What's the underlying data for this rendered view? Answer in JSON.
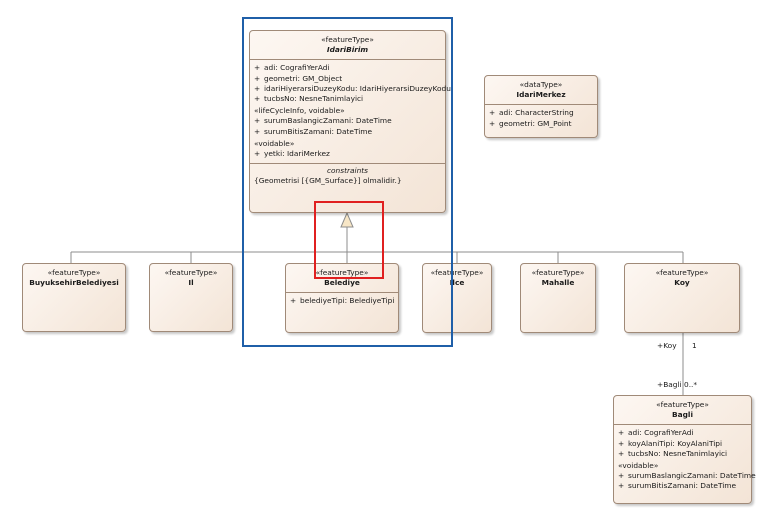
{
  "classes": {
    "idari_birim": {
      "stereotype": "«featureType»",
      "name": "IdariBirim",
      "attributes": [
        {
          "vis": "+",
          "text": "adi: CografiYerAdi"
        },
        {
          "vis": "+",
          "text": "geometri: GM_Object"
        },
        {
          "vis": "+",
          "text": "idariHiyerarsiDuzeyKodu: IdariHiyerarsiDuzeyKodu"
        },
        {
          "vis": "+",
          "text": "tucbsNo: NesneTanimlayici"
        }
      ],
      "lifecycle_header": "«lifeCycleInfo, voidable»",
      "lifecycle_attributes": [
        {
          "vis": "+",
          "text": "surumBaslangicZamani: DateTime"
        },
        {
          "vis": "+",
          "text": "surumBitisZamani: DateTime"
        }
      ],
      "voidable_header": "«voidable»",
      "voidable_attributes": [
        {
          "vis": "+",
          "text": "yetki: IdariMerkez"
        }
      ],
      "constraints_title": "constraints",
      "constraint": "{Geometrisi [{GM_Surface}] olmalidir.}"
    },
    "idari_merkez": {
      "stereotype": "«dataType»",
      "name": "IdariMerkez",
      "attributes": [
        {
          "vis": "+",
          "text": "adi: CharacterString"
        },
        {
          "vis": "+",
          "text": "geometri: GM_Point"
        }
      ]
    },
    "buyuksehir": {
      "stereotype": "«featureType»",
      "name": "BuyuksehirBelediyesi"
    },
    "il": {
      "stereotype": "«featureType»",
      "name": "Il"
    },
    "belediye": {
      "stereotype": "«featureType»",
      "name": "Belediye",
      "attributes": [
        {
          "vis": "+",
          "text": "belediyeTipi: BelediyeTipi"
        }
      ]
    },
    "ilce": {
      "stereotype": "«featureType»",
      "name": "Ilce"
    },
    "mahalle": {
      "stereotype": "«featureType»",
      "name": "Mahalle"
    },
    "koy": {
      "stereotype": "«featureType»",
      "name": "Koy"
    },
    "bagli": {
      "stereotype": "«featureType»",
      "name": "Bagli",
      "attributes": [
        {
          "vis": "+",
          "text": "adi: CografiYerAdi"
        },
        {
          "vis": "+",
          "text": "koyAlaniTipi: KoyAlaniTipi"
        },
        {
          "vis": "+",
          "text": "tucbsNo: NesneTanimlayici"
        }
      ],
      "voidable_header": "«voidable»",
      "voidable_attributes": [
        {
          "vis": "+",
          "text": "surumBaslangicZamani: DateTime"
        },
        {
          "vis": "+",
          "text": "surumBitisZamani: DateTime"
        }
      ]
    }
  },
  "association": {
    "koy_role": "+Koy",
    "koy_multiplicity": "1",
    "bagli_role": "+Bagli",
    "bagli_multiplicity": "0..*"
  },
  "colors": {
    "class_fill_light": "#fdf7f2",
    "class_fill_dark": "#f3e4d6",
    "class_border": "#a08a78",
    "highlight_blue": "#1f5fa8",
    "highlight_red": "#e02020",
    "generalization_fill": "#f7e6c6"
  }
}
